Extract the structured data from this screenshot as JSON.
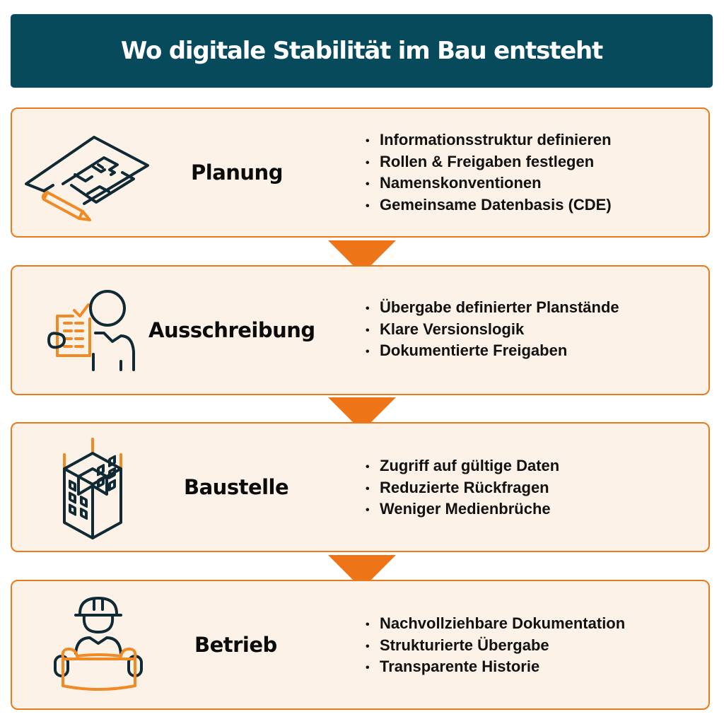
{
  "header": {
    "title": "Wo digitale Stabilität im Bau entsteht"
  },
  "colors": {
    "header_bg": "#064a5c",
    "card_bg": "#fdf2e7",
    "card_border": "#ea7a1c",
    "arrow": "#ed7417",
    "icon_dark": "#0f2a35",
    "icon_accent": "#f08a24"
  },
  "stages": [
    {
      "title": "Planung",
      "icon": "blueprint-pencil-icon",
      "items": [
        "Informationsstruktur definieren",
        "Rollen & Freigaben festlegen",
        "Namenskonventionen",
        "Gemeinsame Datenbasis (CDE)"
      ]
    },
    {
      "title": "Ausschreibung",
      "icon": "person-checklist-icon",
      "items": [
        "Übergabe definierter Planstände",
        "Klare Versionslogik",
        "Dokumentierte Freigaben"
      ]
    },
    {
      "title": "Baustelle",
      "icon": "building-construction-icon",
      "items": [
        "Zugriff auf gültige Daten",
        "Reduzierte Rückfragen",
        "Weniger Medienbrüche"
      ]
    },
    {
      "title": "Betrieb",
      "icon": "worker-plan-icon",
      "items": [
        "Nachvollziehbare Dokumentation",
        "Strukturierte Übergabe",
        "Transparente Historie"
      ]
    }
  ],
  "bullet": "•"
}
